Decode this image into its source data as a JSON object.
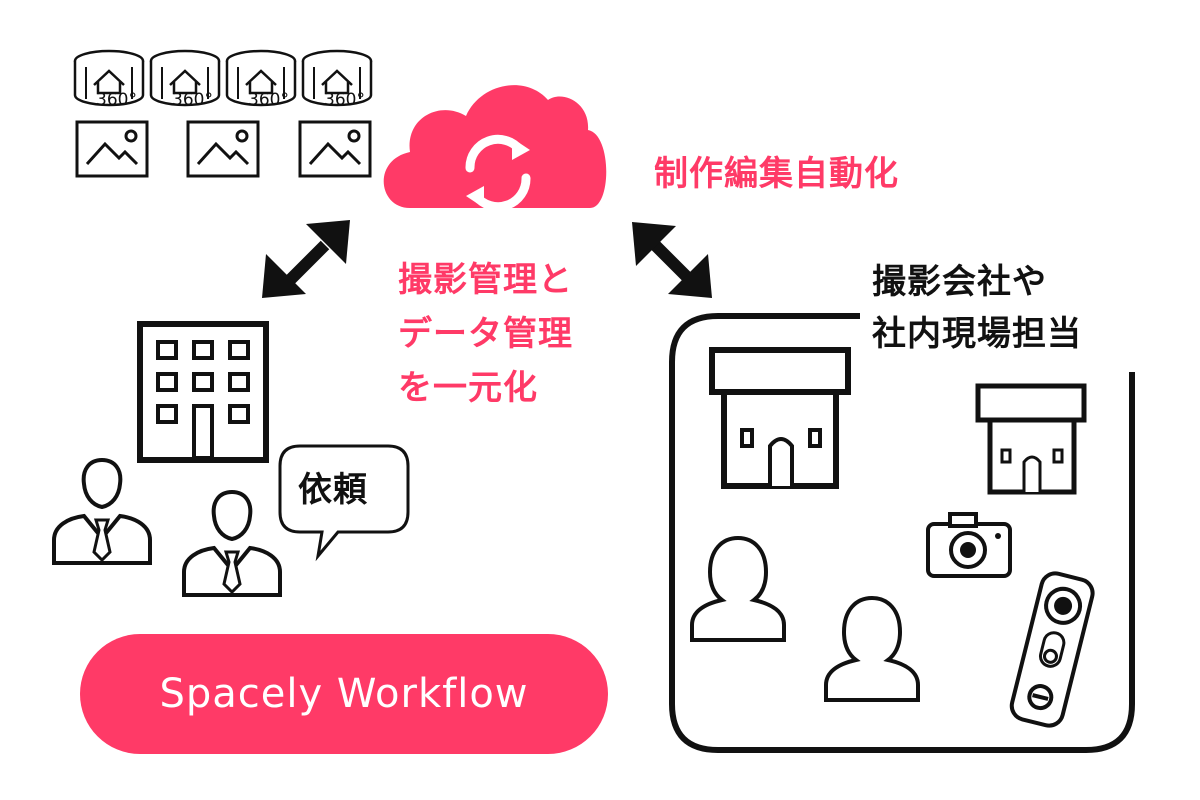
{
  "colors": {
    "accent": "#ff3a67",
    "ink": "#111111",
    "background": "#ffffff"
  },
  "badges": {
    "degree_label": "360°"
  },
  "labels": {
    "automation": "制作編集自動化",
    "central_line1": "撮影管理と",
    "central_line2": "データ管理",
    "central_line3": "を一元化",
    "request_bubble": "依頼",
    "group_line1": "撮影会社や",
    "group_line2": "社内現場担当",
    "product_name": "Spacely Workflow"
  },
  "icons": {
    "sync_cloud": "cloud-sync-icon",
    "panorama": "panorama-360-icon",
    "image": "image-icon",
    "building": "office-building-icon",
    "person": "businessperson-icon",
    "house": "house-icon",
    "camera": "camera-icon",
    "camera_360": "360-camera-icon",
    "speech_bubble": "speech-bubble-icon",
    "arrow": "double-arrow-icon"
  }
}
